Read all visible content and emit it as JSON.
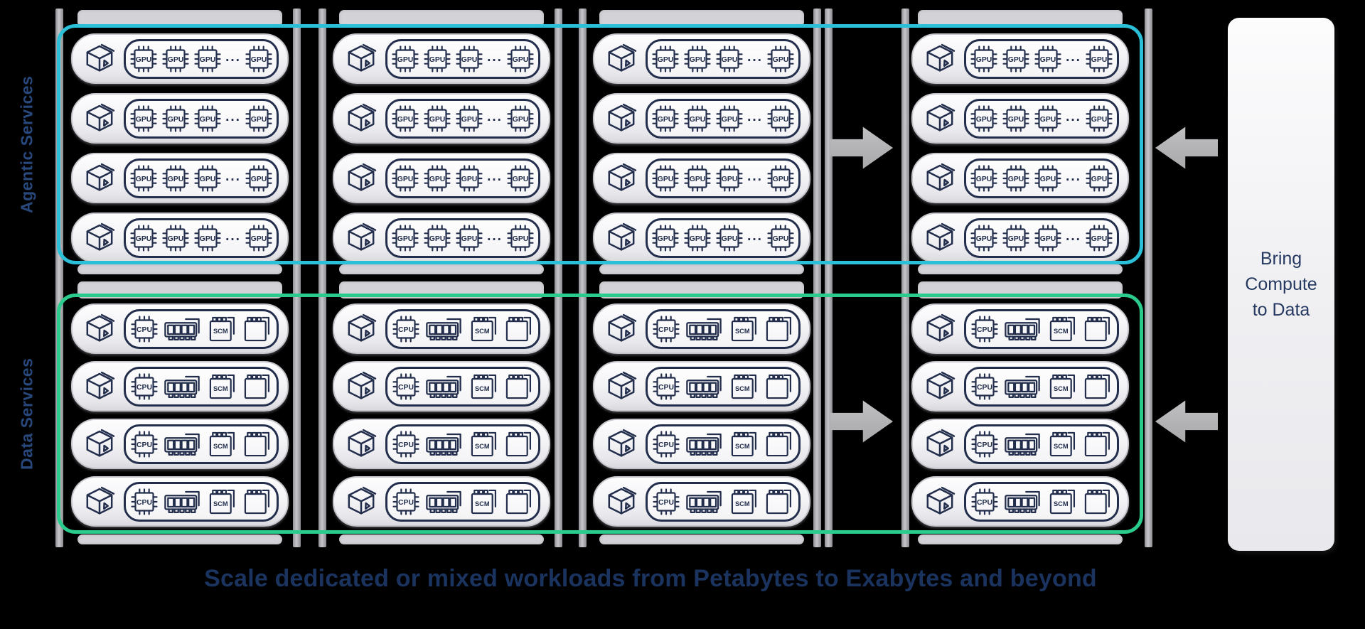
{
  "side_labels": {
    "top": "Agentic Services",
    "bottom": "Data Services"
  },
  "sections": [
    {
      "name": "agentic-services",
      "label": "Agentic Services",
      "border_color": "#2cc0d8",
      "rack_count": 4,
      "rows_per_rack": 4,
      "row_type": "gpu-server",
      "row_components": [
        "cube-icon",
        "gpu-chip-icon",
        "gpu-chip-icon",
        "gpu-chip-icon",
        "ellipsis",
        "gpu-chip-icon"
      ]
    },
    {
      "name": "data-services",
      "label": "Data Services",
      "border_color": "#2bcb8d",
      "rack_count": 4,
      "rows_per_rack": 4,
      "row_type": "cpu-storage-server",
      "row_components": [
        "cube-icon",
        "cpu-chip-icon",
        "memory-dimm-icon",
        "scm-drive-icon",
        "blank-drive-icon"
      ]
    }
  ],
  "icons": {
    "gpu_label": "GPU",
    "cpu_label": "CPU",
    "scm_label": "SCM",
    "ellipsis": "..."
  },
  "arrows": [
    {
      "name": "scale-out-arrow-agentic",
      "direction": "right"
    },
    {
      "name": "scale-out-arrow-data",
      "direction": "right"
    },
    {
      "name": "bring-compute-arrow-agentic",
      "direction": "left"
    },
    {
      "name": "bring-compute-arrow-data",
      "direction": "left"
    }
  ],
  "side_panel": {
    "title": "Bring Compute to Data"
  },
  "caption": "Scale dedicated or mixed workloads from Petabytes to Exabytes and beyond",
  "colors": {
    "background": "#000000",
    "agentic_border": "#2cc0d8",
    "data_border": "#2bcb8d",
    "icon_navy": "#222e4c",
    "rail_gray": "#b3b3b8",
    "arrow_gray": "#b2b2b4",
    "caption_text": "#1a335f",
    "side_label_text": "#28487c",
    "panel_text": "#263a61"
  }
}
